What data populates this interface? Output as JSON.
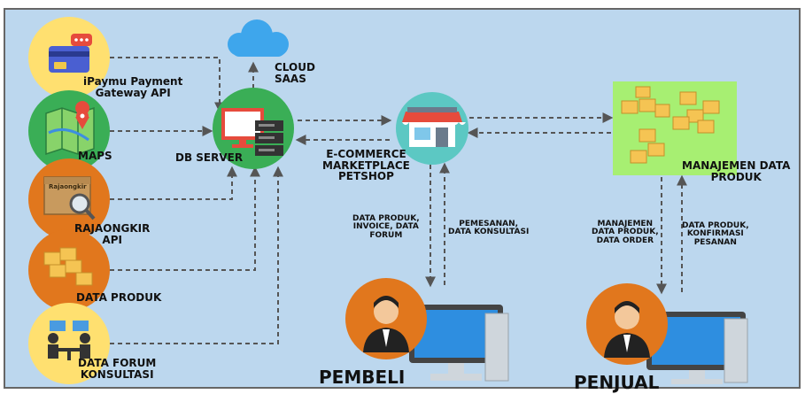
{
  "nodes": {
    "ipaymu": "iPaymu Payment\nGateway API",
    "maps": "MAPS",
    "rajaongkir": "RAJAONGKIR\nAPI",
    "rajaongkir_box_text": "Rajaongkir",
    "data_produk": "DATA PRODUK",
    "data_forum": "DATA FORUM\nKONSULTASI",
    "db_server": "DB SERVER",
    "cloud": "CLOUD\nSAAS",
    "ecommerce": "E-COMMERCE\nMARKETPLACE\nPETSHOP",
    "manajemen": "MANAJEMEN DATA\nPRODUK",
    "pembeli": "PEMBELI",
    "penjual": "PENJUAL"
  },
  "flows": {
    "to_pembeli": "DATA PRODUK,\nINVOICE, DATA\nFORUM",
    "from_pembeli": "PEMESANAN,\nDATA KONSULTASI",
    "to_penjual": "MANAJEMEN\nDATA PRODUK,\nDATA ORDER",
    "from_penjual": "DATA PRODUK,\nKONFIRMASI\nPESANAN"
  },
  "colors": {
    "background": "#bcd7ee",
    "border": "#666666",
    "arrow": "#555555",
    "green_box": "#a7ef72",
    "yellow_circle": "#ffe070",
    "green_circle": "#3aae56",
    "orange_circle": "#e1771d",
    "teal_circle": "#5cc8c3"
  }
}
